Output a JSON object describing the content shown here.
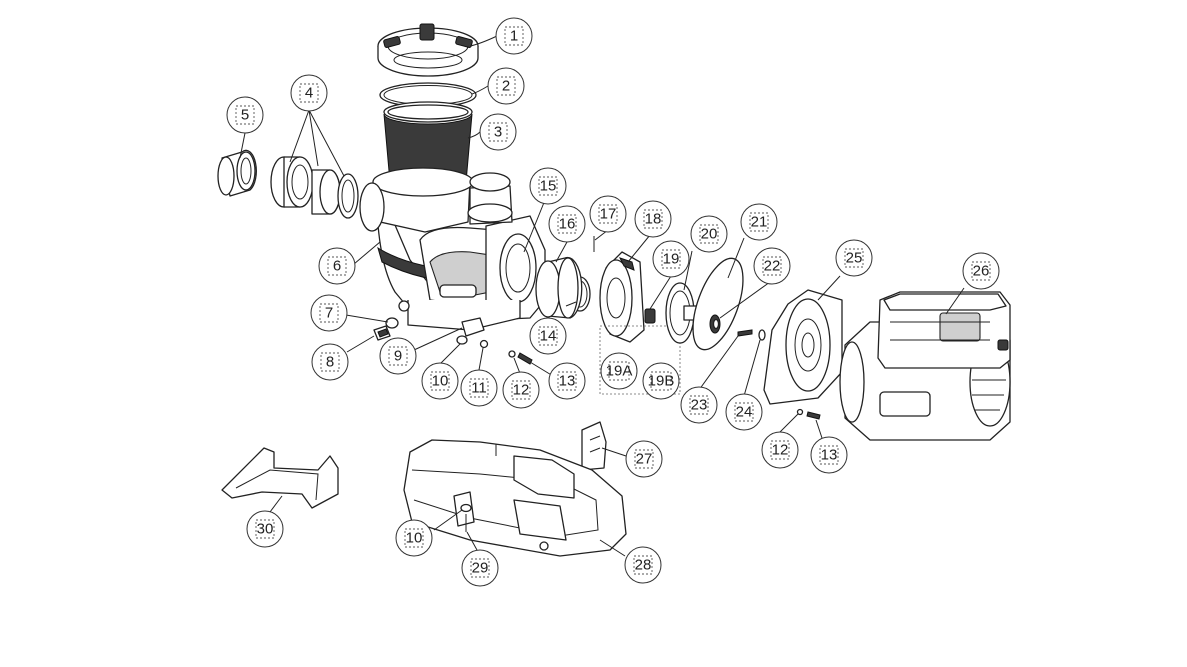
{
  "callouts": [
    {
      "id": "c1",
      "label": "1"
    },
    {
      "id": "c2",
      "label": "2"
    },
    {
      "id": "c3",
      "label": "3"
    },
    {
      "id": "c4",
      "label": "4"
    },
    {
      "id": "c5",
      "label": "5"
    },
    {
      "id": "c6",
      "label": "6"
    },
    {
      "id": "c7",
      "label": "7"
    },
    {
      "id": "c8",
      "label": "8"
    },
    {
      "id": "c9",
      "label": "9"
    },
    {
      "id": "c10a",
      "label": "10"
    },
    {
      "id": "c11",
      "label": "11"
    },
    {
      "id": "c12a",
      "label": "12"
    },
    {
      "id": "c13a",
      "label": "13"
    },
    {
      "id": "c14",
      "label": "14"
    },
    {
      "id": "c15",
      "label": "15"
    },
    {
      "id": "c16",
      "label": "16"
    },
    {
      "id": "c17",
      "label": "17"
    },
    {
      "id": "c18",
      "label": "18"
    },
    {
      "id": "c19",
      "label": "19"
    },
    {
      "id": "c19a",
      "label": "19A"
    },
    {
      "id": "c19b",
      "label": "19B"
    },
    {
      "id": "c20",
      "label": "20"
    },
    {
      "id": "c21",
      "label": "21"
    },
    {
      "id": "c22",
      "label": "22"
    },
    {
      "id": "c23",
      "label": "23"
    },
    {
      "id": "c24",
      "label": "24"
    },
    {
      "id": "c25",
      "label": "25"
    },
    {
      "id": "c26",
      "label": "26"
    },
    {
      "id": "c12b",
      "label": "12"
    },
    {
      "id": "c13b",
      "label": "13"
    },
    {
      "id": "c27",
      "label": "27"
    },
    {
      "id": "c28",
      "label": "28"
    },
    {
      "id": "c29",
      "label": "29"
    },
    {
      "id": "c10b",
      "label": "10"
    },
    {
      "id": "c30",
      "label": "30"
    }
  ]
}
